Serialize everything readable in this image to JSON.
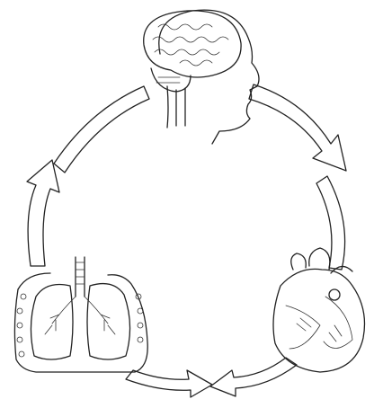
{
  "diagram": {
    "nodes": [
      {
        "id": "brain",
        "kind": "illustration",
        "depicts": "head-with-brain"
      },
      {
        "id": "heart",
        "kind": "illustration",
        "depicts": "heart"
      },
      {
        "id": "lungs",
        "kind": "illustration",
        "depicts": "lungs"
      }
    ],
    "cycle": [
      "brain",
      "heart",
      "lungs",
      "brain"
    ],
    "arrow_style": "hollow-outline",
    "colors": {
      "ink": "#222222",
      "background": "#ffffff"
    }
  }
}
